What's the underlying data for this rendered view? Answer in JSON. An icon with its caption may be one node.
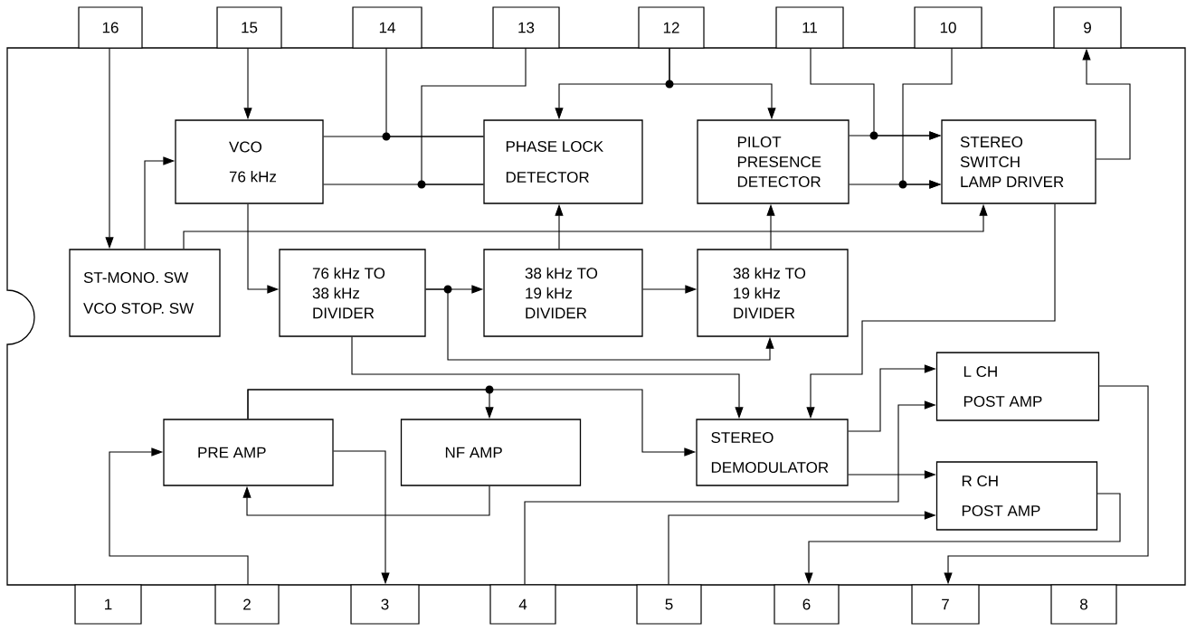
{
  "diagram": {
    "nodes": [
      {
        "text": [],
        "shape": "box"
      },
      {
        "text": [
          "16"
        ]
      },
      {
        "text": [
          "15"
        ]
      },
      {
        "text": [
          "14"
        ]
      },
      {
        "text": [
          "13"
        ]
      },
      {
        "text": [
          "12"
        ]
      },
      {
        "text": [
          "11"
        ]
      },
      {
        "text": [
          "10"
        ]
      },
      {
        "text": [
          "9"
        ]
      },
      {
        "text": [
          "VCO",
          "76 kHz"
        ],
        "in": 0
      },
      {
        "text": [
          "PHASE LOCK DETECTOR"
        ],
        "in": 0
      },
      {
        "text": [
          "PILOT PRESENCE DETECTOR"
        ],
        "in": 0
      },
      {
        "text": [
          "STEREO SWITCH LAMP DRIVER"
        ],
        "in": 0
      },
      {
        "text": [
          "ST-MONO. SW",
          "VCO STOP. SW"
        ],
        "in": 0
      },
      {
        "text": [
          "76 kHz TO 38 kHz DIVIDER"
        ],
        "in": 0
      },
      {
        "text": [
          "38 kHz TO 19 kHz DIVIDER"
        ],
        "in": 0
      },
      {
        "text": [
          "38 kHz TO 19 kHz DIVIDER"
        ],
        "in": 0
      },
      {
        "text": [
          "L CH POST AMP"
        ],
        "in": 0
      },
      {
        "text": [
          "PRE AMP"
        ],
        "in": 0
      },
      {
        "text": [
          "NF AMP"
        ],
        "in": 0
      },
      {
        "text": [
          "STEREO DEMODULATOR"
        ],
        "in": 0
      },
      {
        "text": [
          "R CH POST AMP"
        ],
        "in": 0
      },
      {
        "text": [
          "1"
        ]
      },
      {
        "text": [
          "2"
        ]
      },
      {
        "text": [
          "3"
        ]
      },
      {
        "text": [
          "4"
        ]
      },
      {
        "text": [
          "5"
        ]
      },
      {
        "text": [
          "6"
        ]
      },
      {
        "text": [
          "7"
        ]
      },
      {
        "text": [
          "8"
        ]
      }
    ],
    "edges": [
      {
        "from": 1,
        "to": 13,
        "arrow": "to"
      },
      {
        "from": 2,
        "to": 9,
        "arrow": "to"
      },
      {
        "from": 13,
        "to": 9,
        "arrow": "to"
      },
      {
        "from": 13,
        "to": 12,
        "arrow": "to"
      },
      {
        "from": 9,
        "to": 10,
        "arrow": "none"
      },
      {
        "from": 3,
        "to": 10,
        "arrow": "none"
      },
      {
        "from": 9,
        "to": 10,
        "arrow": "none"
      },
      {
        "from": 4,
        "to": 10,
        "arrow": "none"
      },
      {
        "from": 5,
        "to": 10,
        "arrow": "to"
      },
      {
        "from": 5,
        "to": 11,
        "arrow": "to"
      },
      {
        "from": 11,
        "to": 12,
        "arrow": "to"
      },
      {
        "from": 6,
        "to": 12,
        "arrow": "to"
      },
      {
        "from": 11,
        "to": 12,
        "arrow": "to"
      },
      {
        "from": 7,
        "to": 12,
        "arrow": "to"
      },
      {
        "from": 12,
        "to": 8,
        "arrow": "to"
      },
      {
        "from": 9,
        "to": 14,
        "arrow": "to"
      },
      {
        "from": 14,
        "to": 15,
        "arrow": "to"
      },
      {
        "from": 14,
        "to": 16,
        "arrow": "to"
      },
      {
        "from": 15,
        "to": 10,
        "arrow": "to"
      },
      {
        "from": 15,
        "to": 16,
        "arrow": "to"
      },
      {
        "from": 16,
        "to": 11,
        "arrow": "to"
      },
      {
        "from": 12,
        "to": 20,
        "arrow": "to"
      },
      {
        "from": 14,
        "to": 20,
        "arrow": "to"
      },
      {
        "from": 18,
        "to": 20,
        "arrow": "to"
      },
      {
        "from": 18,
        "to": 19,
        "arrow": "to"
      },
      {
        "from": 19,
        "to": 18,
        "arrow": "to"
      },
      {
        "from": 23,
        "to": 18,
        "arrow": "to"
      },
      {
        "from": 18,
        "to": 24,
        "arrow": "to"
      },
      {
        "from": 25,
        "to": 17,
        "arrow": "to"
      },
      {
        "from": 20,
        "to": 17,
        "arrow": "to"
      },
      {
        "from": 20,
        "to": 21,
        "arrow": "to"
      },
      {
        "from": 26,
        "to": 21,
        "arrow": "to"
      },
      {
        "from": 21,
        "to": 27,
        "arrow": "to"
      },
      {
        "from": 17,
        "to": 28,
        "arrow": "to"
      }
    ]
  }
}
